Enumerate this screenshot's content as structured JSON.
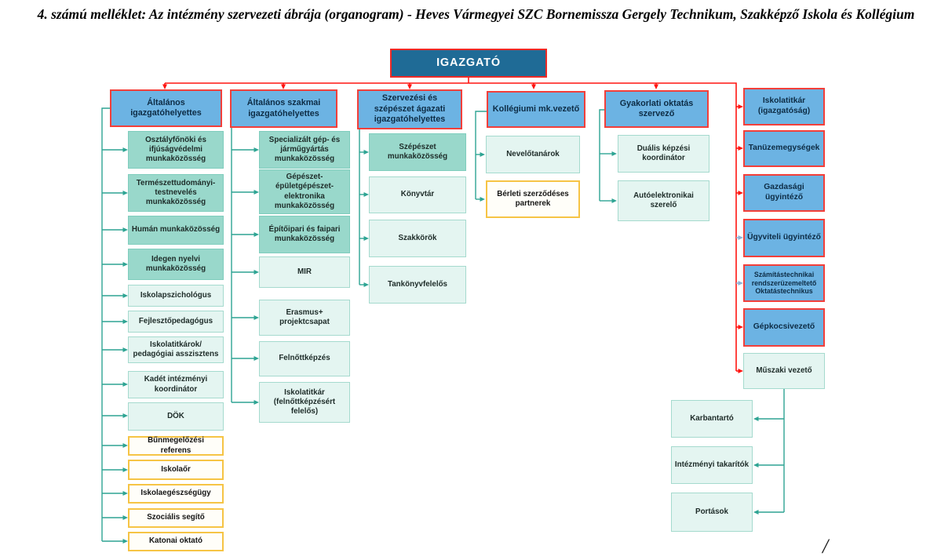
{
  "title": "4. számú melléklet: Az intézmény szervezeti ábrája (organogram) - Heves Vármegyei SZC Bornemissza Gergely Technikum, Szakképző Iskola és Kollégium",
  "root": {
    "label": "IGAZGATÓ"
  },
  "columns": [
    {
      "header": "Általános  igazgatóhelyettes",
      "children": [
        "Osztályfőnöki és ifjúságvédelmi munkaközösség",
        "Természettudományi-testnevelés munkaközösség",
        "Humán munkaközösség",
        "Idegen nyelvi munkaközösség",
        "Iskolapszichológus",
        "Fejlesztőpedagógus",
        "Iskolatitkárok/ pedagógiai asszisztens",
        "Kadét intézményi koordinátor",
        "DÖK",
        "Bűnmegelőzési referens",
        "Iskolaőr",
        "Iskolaegészségügy",
        "Szociális segítő",
        "Katonai oktató"
      ]
    },
    {
      "header": "Általános szakmai igazgatóhelyettes",
      "children": [
        "Specializált gép- és járműgyártás munkaközösség",
        "Gépészet-épületgépészet-elektronika munkaközösség",
        "Építőipari és faipari munkaközösség",
        "MIR",
        "Erasmus+ projektcsapat",
        "Felnőttképzés",
        "Iskolatitkár (felnőttképzésért felelős)"
      ]
    },
    {
      "header": "Szervezési és szépészet ágazati igazgatóhelyettes",
      "children": [
        "Szépészet munkaközösség",
        "Könyvtár",
        "Szakkörök",
        "Tankönyvfelelős"
      ]
    },
    {
      "header": "Kollégiumi mk.vezető",
      "children": [
        "Nevelőtanárok",
        "Bérleti szerződéses partnerek"
      ]
    },
    {
      "header": "Gyakorlati oktatás szervező",
      "children": [
        "Duális képzési koordinátor",
        "Autóelektronikai szerelő"
      ]
    }
  ],
  "staff_column": [
    "Iskolatitkár (igazgatóság)",
    "Tanüzemegységek",
    "Gazdasági ügyintéző",
    "Ügyviteli ügyintéző",
    "Számítástechnikai rendszerüzemeltető Oktatástechnikus",
    "Gépkocsivezető",
    "Műszaki vezető"
  ],
  "technical_children": [
    "Karbantartó",
    "Intézményi takarítók",
    "Portások"
  ],
  "page_mark": "/",
  "colors": {
    "root_fill": "#1F6B96",
    "header_fill": "#6CB3E3",
    "red_border": "#F23F3A",
    "red_line": "#FF1511",
    "pale_blue_arrow": "#8FB3D6",
    "teal_line": "#2EA493",
    "dark_teal_fill": "#99D8CB",
    "light_teal_fill": "#E4F5F1",
    "yellow_border": "#F6C445"
  }
}
